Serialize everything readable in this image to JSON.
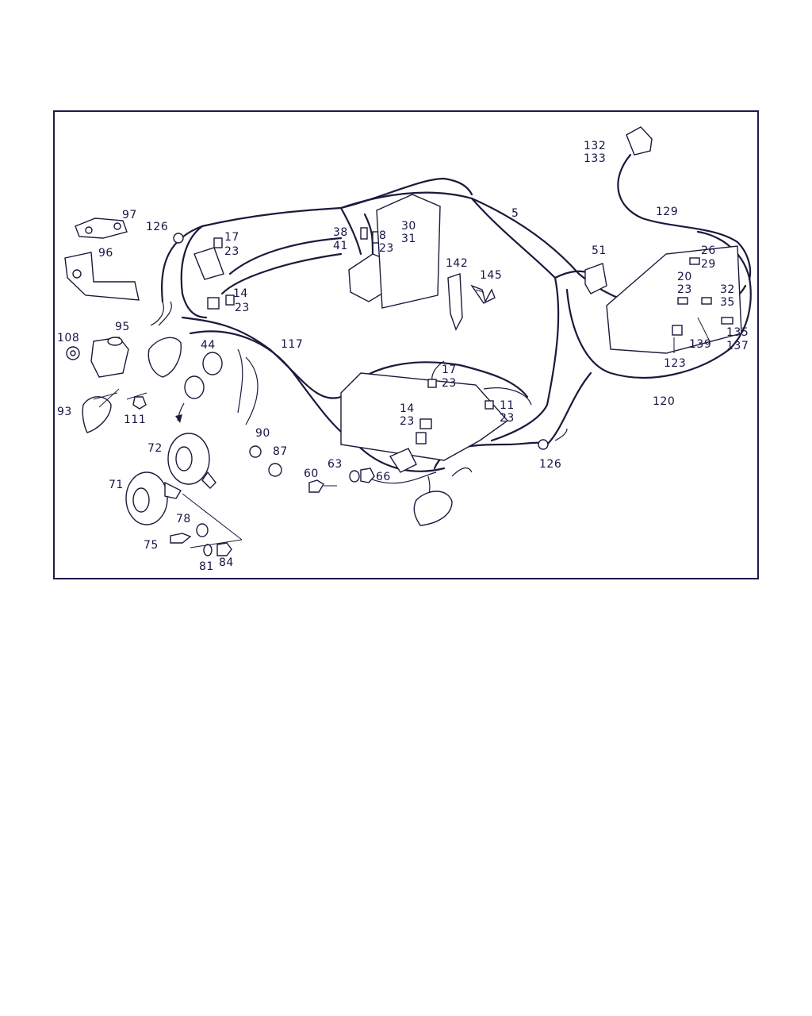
{
  "diagram": {
    "labels": [
      {
        "id": "97",
        "text": "97"
      },
      {
        "id": "126a",
        "text": "126"
      },
      {
        "id": "17a",
        "text": "17"
      },
      {
        "id": "23a",
        "text": "23"
      },
      {
        "id": "96",
        "text": "96"
      },
      {
        "id": "14a",
        "text": "14"
      },
      {
        "id": "23b",
        "text": "23"
      },
      {
        "id": "38",
        "text": "38"
      },
      {
        "id": "41",
        "text": "41"
      },
      {
        "id": "8",
        "text": "8"
      },
      {
        "id": "23c",
        "text": "23"
      },
      {
        "id": "30",
        "text": "30"
      },
      {
        "id": "31",
        "text": "31"
      },
      {
        "id": "5",
        "text": "5"
      },
      {
        "id": "132",
        "text": "132"
      },
      {
        "id": "133",
        "text": "133"
      },
      {
        "id": "129",
        "text": "129"
      },
      {
        "id": "51",
        "text": "51"
      },
      {
        "id": "26",
        "text": "26"
      },
      {
        "id": "29",
        "text": "29"
      },
      {
        "id": "20",
        "text": "20"
      },
      {
        "id": "23d",
        "text": "23"
      },
      {
        "id": "32",
        "text": "32"
      },
      {
        "id": "35",
        "text": "35"
      },
      {
        "id": "135",
        "text": "135"
      },
      {
        "id": "137",
        "text": "137"
      },
      {
        "id": "139",
        "text": "139"
      },
      {
        "id": "123",
        "text": "123"
      },
      {
        "id": "142",
        "text": "142"
      },
      {
        "id": "145",
        "text": "145"
      },
      {
        "id": "95",
        "text": "95"
      },
      {
        "id": "108",
        "text": "108"
      },
      {
        "id": "44",
        "text": "44"
      },
      {
        "id": "117",
        "text": "117"
      },
      {
        "id": "17b",
        "text": "17"
      },
      {
        "id": "23e",
        "text": "23"
      },
      {
        "id": "14b",
        "text": "14"
      },
      {
        "id": "23f",
        "text": "23"
      },
      {
        "id": "11",
        "text": "11"
      },
      {
        "id": "23g",
        "text": "23"
      },
      {
        "id": "120",
        "text": "120"
      },
      {
        "id": "93",
        "text": "93"
      },
      {
        "id": "111",
        "text": "111"
      },
      {
        "id": "90",
        "text": "90"
      },
      {
        "id": "87",
        "text": "87"
      },
      {
        "id": "72",
        "text": "72"
      },
      {
        "id": "71",
        "text": "71"
      },
      {
        "id": "60",
        "text": "60"
      },
      {
        "id": "63",
        "text": "63"
      },
      {
        "id": "66",
        "text": "66"
      },
      {
        "id": "126b",
        "text": "126"
      },
      {
        "id": "78",
        "text": "78"
      },
      {
        "id": "75",
        "text": "75"
      },
      {
        "id": "81",
        "text": "81"
      },
      {
        "id": "84",
        "text": "84"
      }
    ]
  }
}
